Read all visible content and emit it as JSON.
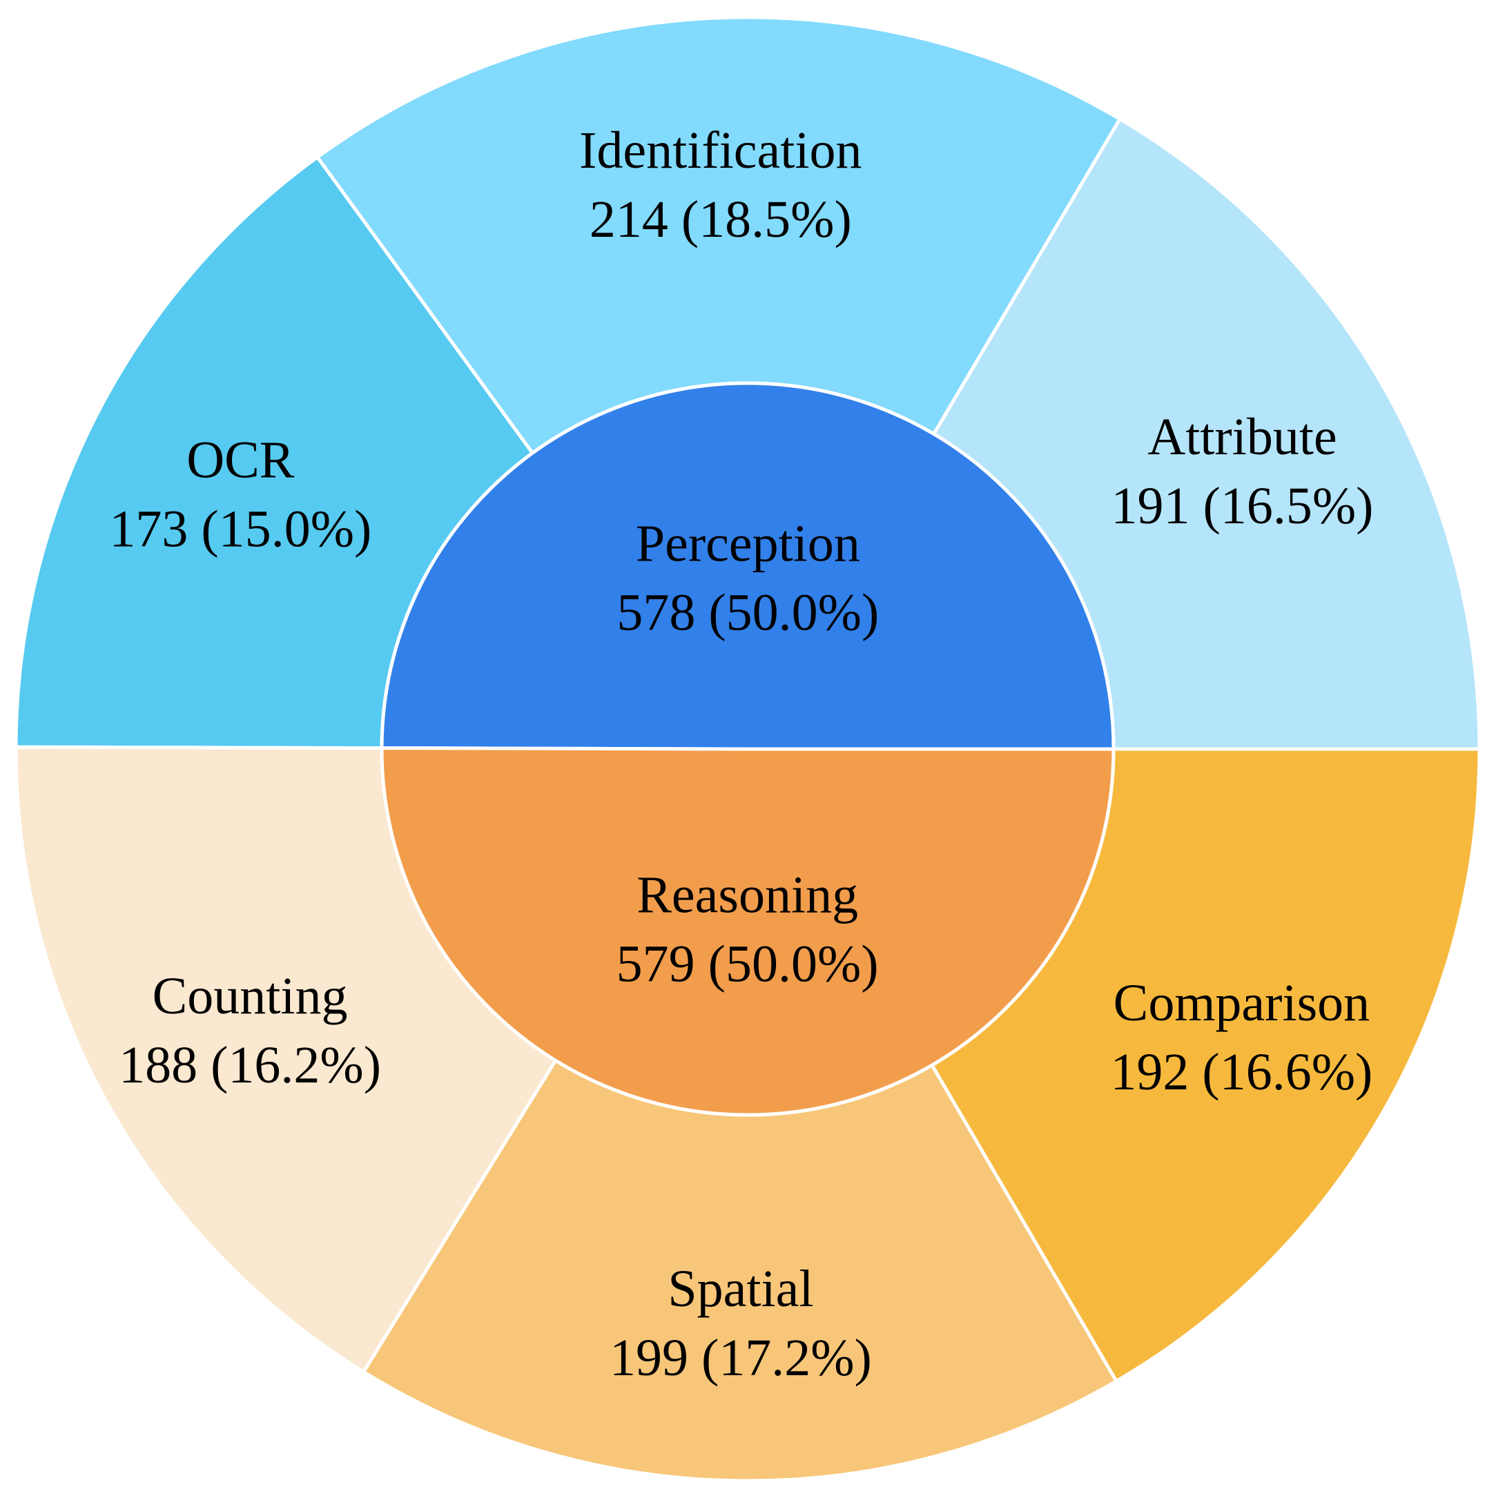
{
  "chart_data": {
    "type": "sunburst",
    "inner": [
      {
        "name": "Perception",
        "value": 578,
        "label": "578 (50.0%)",
        "color": "#3280EA"
      },
      {
        "name": "Reasoning",
        "value": 579,
        "label": "579 (50.0%)",
        "color": "#F29D4C"
      }
    ],
    "outer": [
      {
        "name": "Attribute",
        "value": 191,
        "label": "191 (16.5%)",
        "color": "#B5E5FA",
        "parent": "Perception"
      },
      {
        "name": "Identification",
        "value": 214,
        "label": "214 (18.5%)",
        "color": "#82DAFD",
        "parent": "Perception"
      },
      {
        "name": "OCR",
        "value": 173,
        "label": "173 (15.0%)",
        "color": "#56CAF0",
        "parent": "Perception"
      },
      {
        "name": "Counting",
        "value": 188,
        "label": "188 (16.2%)",
        "color": "#FBE8D0",
        "parent": "Reasoning"
      },
      {
        "name": "Spatial",
        "value": 199,
        "label": "199 (17.2%)",
        "color": "#F7C679",
        "parent": "Reasoning"
      },
      {
        "name": "Comparison",
        "value": 192,
        "label": "192 (16.6%)",
        "color": "#F6B93D",
        "parent": "Reasoning"
      }
    ],
    "start": "3 o'clock",
    "direction": "counterclockwise",
    "segment_border_color": "#FFFFFF"
  }
}
